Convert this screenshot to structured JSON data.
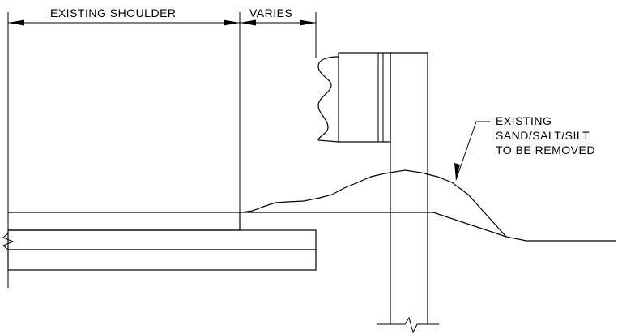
{
  "labels": {
    "existing_shoulder": "EXISTING SHOULDER",
    "varies": "VARIES",
    "callout_line1": "EXISTING",
    "callout_line2": "SAND/SALT/SILT",
    "callout_line3": "TO BE REMOVED"
  }
}
